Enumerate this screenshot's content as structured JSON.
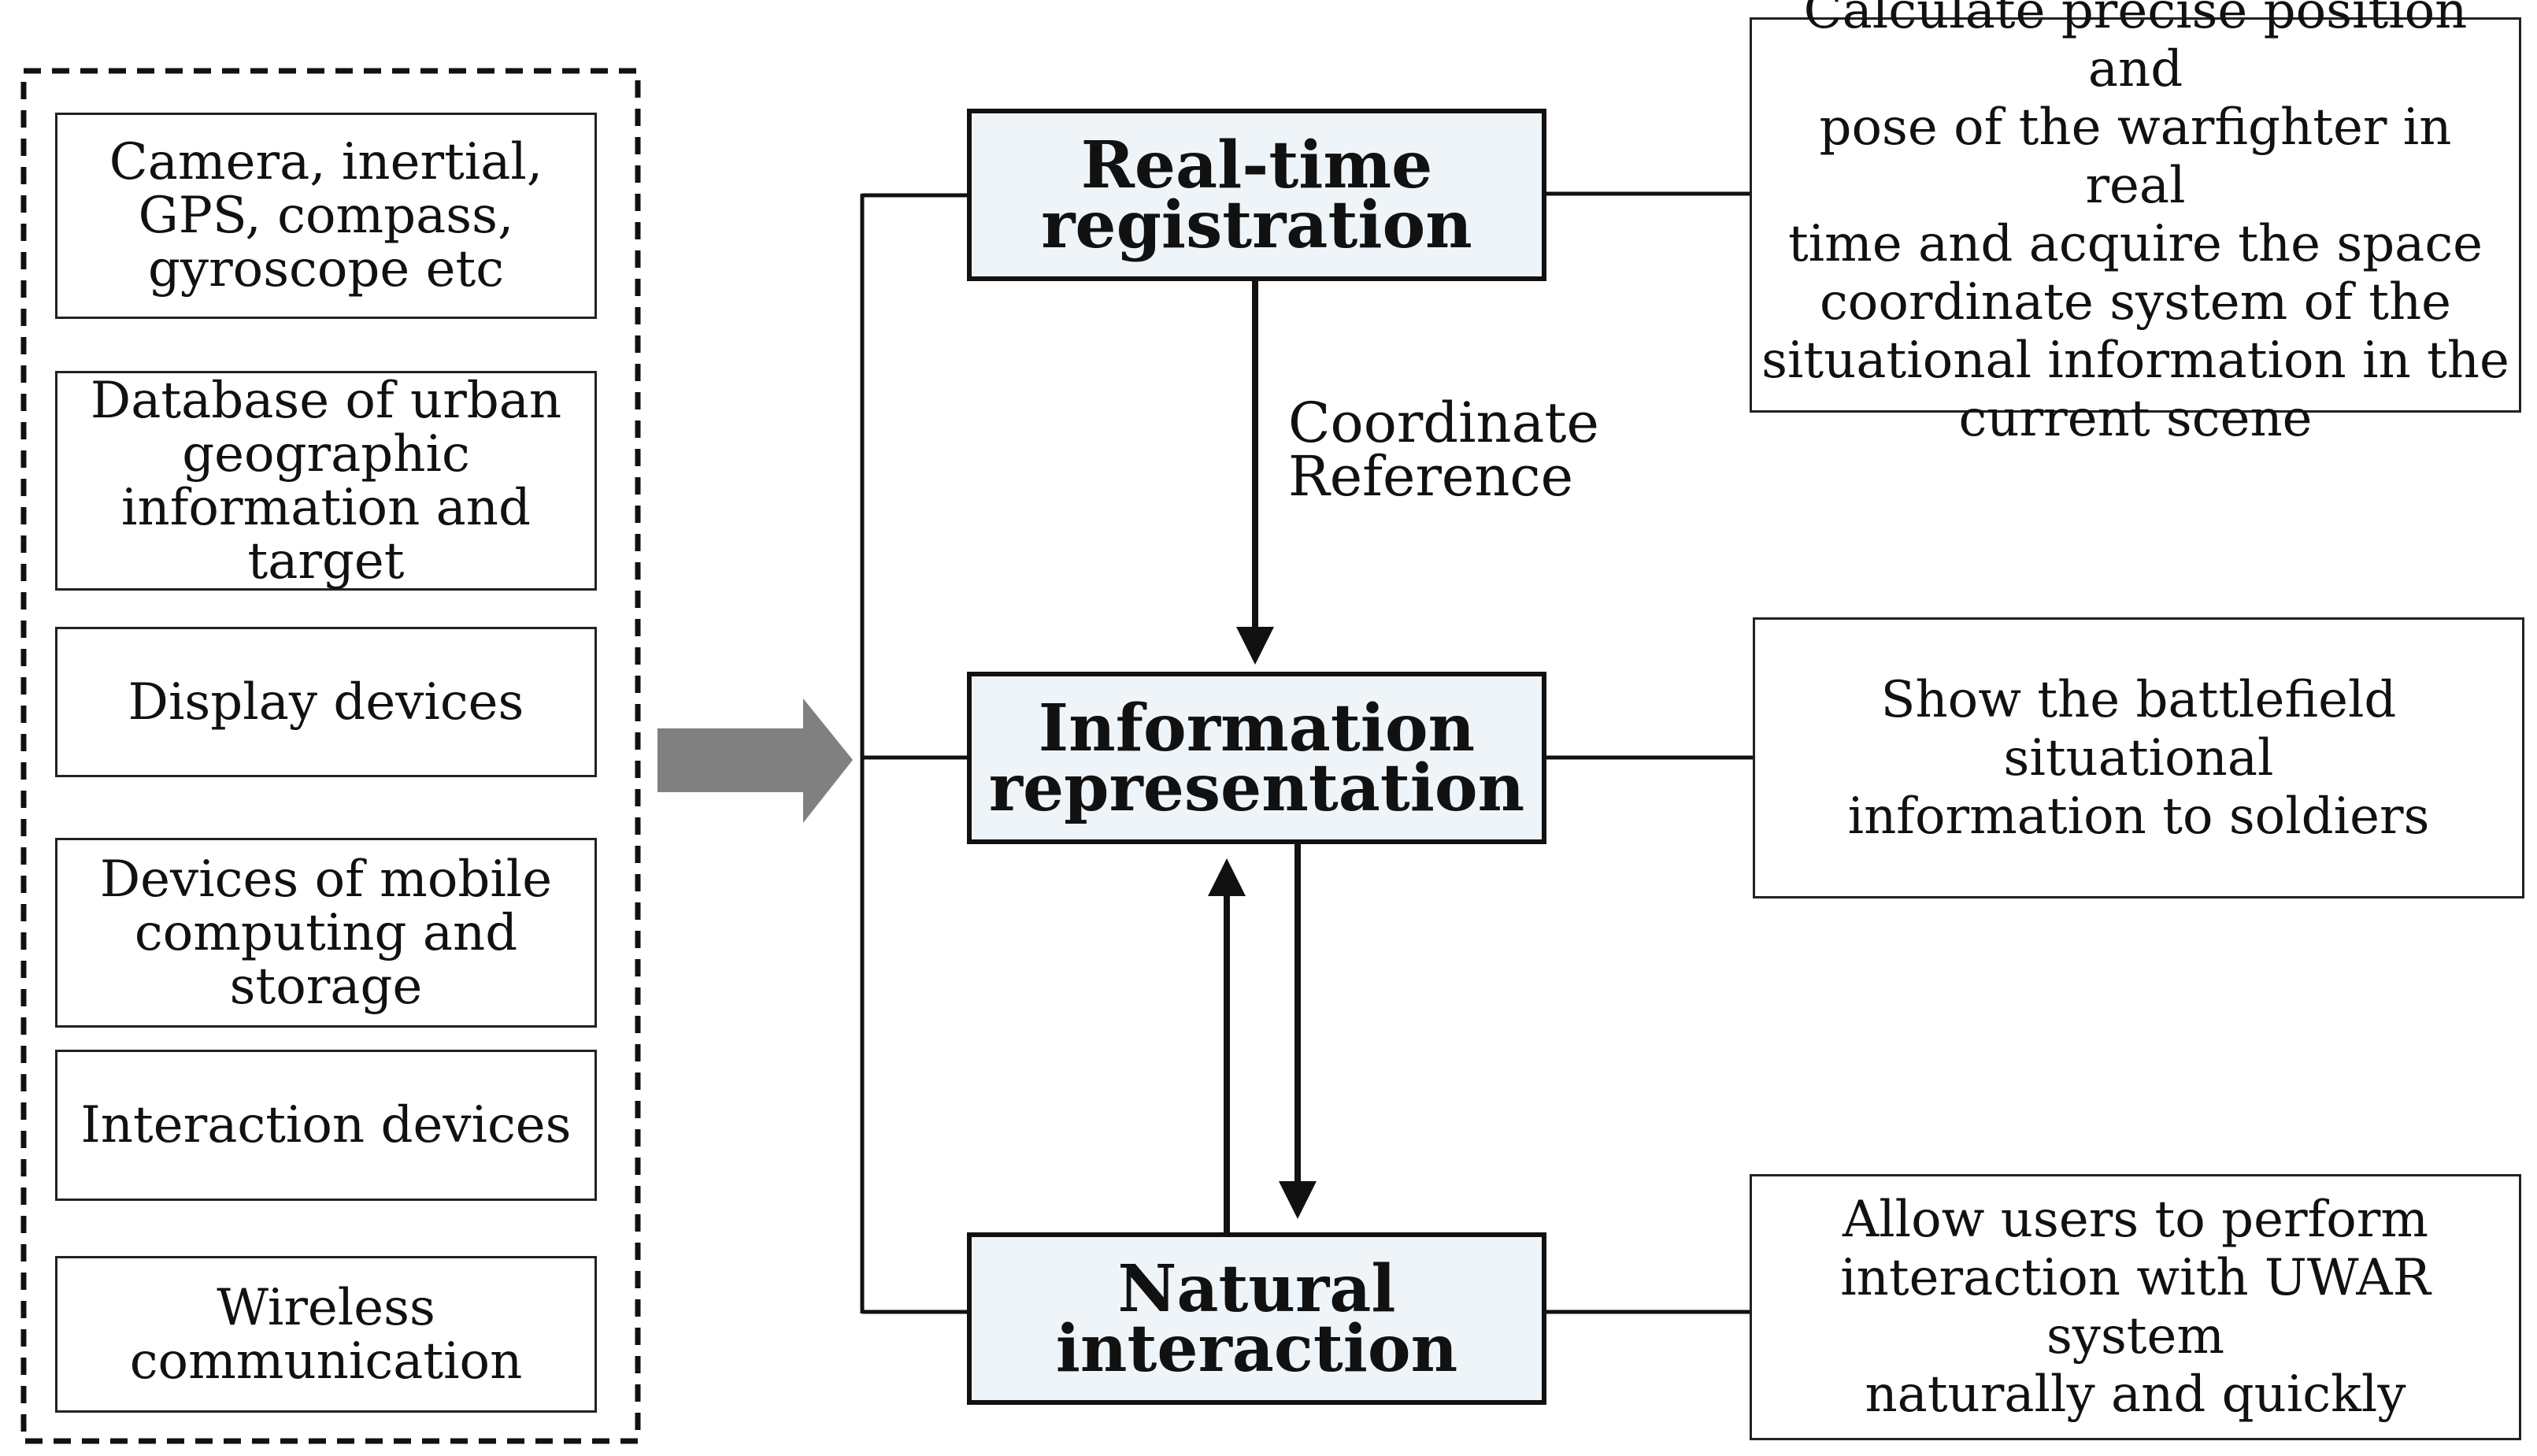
{
  "hardware_components": [
    {
      "lines": [
        "Camera, inertial,",
        "GPS, compass,",
        "gyroscope etc"
      ]
    },
    {
      "lines": [
        "Database of urban",
        "geographic",
        "information and target"
      ]
    },
    {
      "lines": [
        "Display devices"
      ]
    },
    {
      "lines": [
        "Devices of mobile",
        "computing and storage"
      ]
    },
    {
      "lines": [
        "Interaction devices"
      ]
    },
    {
      "lines": [
        "Wireless",
        "communication"
      ]
    }
  ],
  "core_modules": [
    {
      "lines": [
        "Real-time",
        "registration"
      ]
    },
    {
      "lines": [
        "Information",
        "representation"
      ]
    },
    {
      "lines": [
        "Natural",
        "interaction"
      ]
    }
  ],
  "descriptions": [
    {
      "lines": [
        "Calculate precise position and",
        "pose of the warfighter in real",
        "time and acquire the space",
        "coordinate system of the",
        "situational information in the",
        "current scene"
      ]
    },
    {
      "lines": [
        "Show the battlefield situational",
        "information to soldiers"
      ]
    },
    {
      "lines": [
        "Allow users to perform",
        "interaction with UWAR system",
        "naturally and quickly"
      ]
    }
  ],
  "edge_label": {
    "lines": [
      "Coordinate",
      "Reference"
    ]
  }
}
